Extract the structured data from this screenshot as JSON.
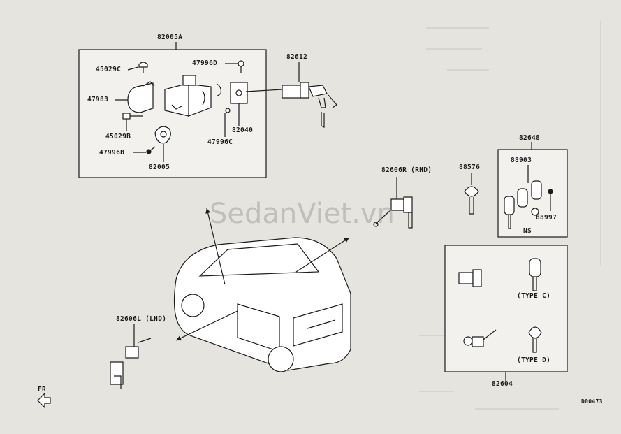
{
  "labels": {
    "kit_main": "82005A",
    "p45029c": "45029C",
    "p47996d": "47996D",
    "p47983": "47983",
    "p45029b": "45029B",
    "p47996b": "47996B",
    "p82005": "82005",
    "p82040": "82040",
    "p47996c": "47996C",
    "p82612": "82612",
    "p82606r": "82606R (RHD)",
    "p88576": "88576",
    "p82648": "82648",
    "p88903": "88903",
    "p88997": "88997",
    "ns": "NS",
    "type_c": "(TYPE C)",
    "type_d": "(TYPE D)",
    "p82604": "82604",
    "p82606l": "82606L (LHD)",
    "fr": "FR",
    "code": "D00473"
  },
  "watermark": "SedanViet.vn",
  "colors": {
    "line": "#1c1c1c",
    "paper": "#e6e4df",
    "box": "#f2f1ee"
  }
}
